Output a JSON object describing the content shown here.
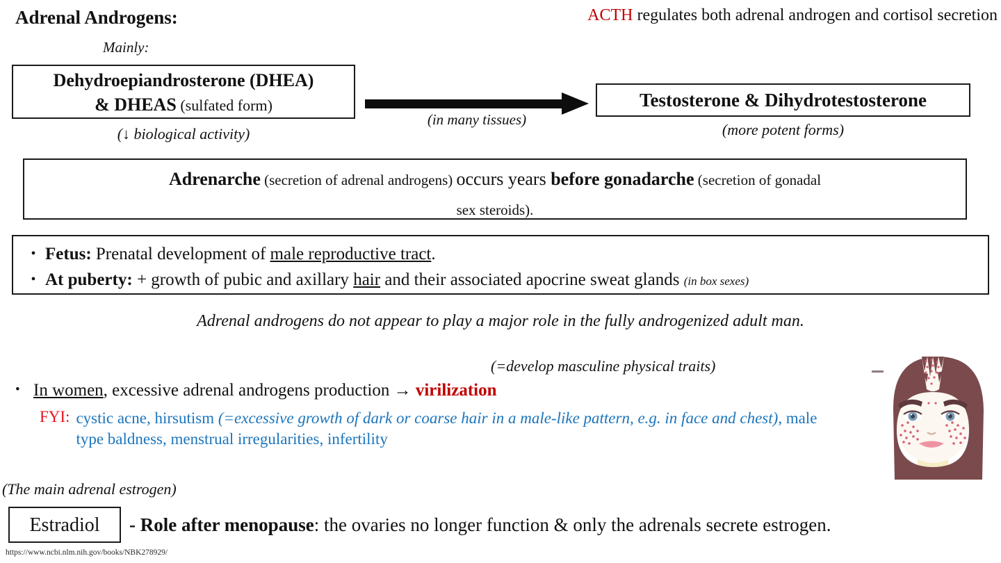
{
  "colors": {
    "accent_red_dark": "#c00000",
    "accent_red_bright": "#e8141d",
    "accent_blue": "#1b75bc",
    "text": "#121212"
  },
  "header": {
    "title": "Adrenal Androgens:",
    "acth_label": "ACTH",
    "acth_rest": " regulates both adrenal androgen and cortisol secretion"
  },
  "pathway": {
    "mainly_label": "Mainly:",
    "dhea_line1": "Dehydroepiandrosterone (DHEA)",
    "dhea_line2_bold": "& DHEAS",
    "dhea_line2_rest": " (sulfated form)",
    "dhea_note": "(↓ biological activity)",
    "arrow_label": "(in many tissues)",
    "testosterone_box": "Testosterone & Dihydrotestosterone",
    "testosterone_note": "(more potent forms)"
  },
  "adrenarche": {
    "bold1": "Adrenarche",
    "paren1": " (secretion of adrenal androgens) ",
    "mid": "occurs years ",
    "bold2": "before gonadarche",
    "paren2": " (secretion of gonadal",
    "line2": "sex steroids)."
  },
  "functions_box": {
    "bullet1": {
      "marker": "•",
      "bold": "Fetus:",
      "pre": " Prenatal development of ",
      "underlined": "male reproductive tract",
      "end": "."
    },
    "bullet2": {
      "marker": "•",
      "bold": "At puberty:",
      "pre": " + growth of pubic and axillary ",
      "underlined": "hair",
      "mid": " and their associated apocrine sweat glands ",
      "small_note": "(in box sexes)"
    }
  },
  "adult_man_note": "Adrenal androgens do not appear to play a major role in the fully androgenized adult man.",
  "women_section": {
    "masculine_note": "(=develop masculine physical traits)",
    "bullet_marker": "•",
    "underlined": "In women",
    "rest": ", excessive adrenal androgens production ",
    "arrow": "→ ",
    "virilization": "virilization",
    "fyi_label": "FYI:",
    "fyi_part1": "cystic acne, hirsutism ",
    "fyi_italic": "(=excessive growth of dark or coarse hair in a male-like pattern, e.g. in face and chest)",
    "fyi_part2": ", male type baldness, menstrual irregularities, infertility"
  },
  "estrogen_section": {
    "note": "(The main adrenal estrogen)",
    "estradiol_label": "Estradiol",
    "role_bold": "- Role after menopause",
    "role_rest": ": the ovaries no longer function & only the adrenals secrete estrogen."
  },
  "footer": {
    "source_url": "https://www.ncbi.nlm.nih.gov/books/NBK278929/"
  },
  "illustration": {
    "name": "woman-with-virilization-signs",
    "hair": "#7a4a4d",
    "brow": "#5d383d",
    "skin": "#fcf7f0",
    "iris": "#7b9cb5",
    "pupil": "#3b3f4a",
    "lips": "#ee93a3",
    "acne": "#d5607a",
    "neck": "#f6edc5",
    "nose": "#d9b9a9"
  }
}
